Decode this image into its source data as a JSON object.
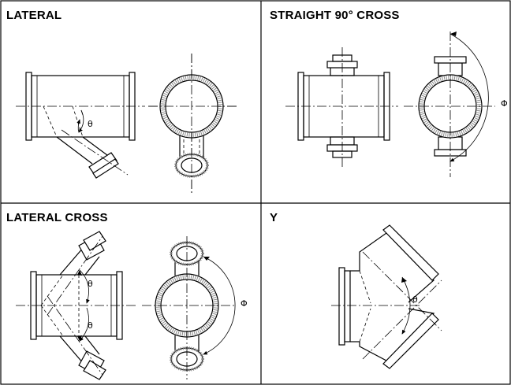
{
  "panels": {
    "lateral": {
      "title": "LATERAL",
      "angle_symbol": "θ"
    },
    "straight_cross": {
      "title": "STRAIGHT 90° CROSS",
      "angle_symbol": "Φ"
    },
    "lateral_cross": {
      "title": "LATERAL CROSS",
      "angle_symbol_upper": "θ",
      "angle_symbol_lower": "θ",
      "angle_symbol_side": "Φ"
    },
    "y": {
      "title": "Y",
      "angle_symbol": "θ"
    }
  },
  "colors": {
    "line": "#000000",
    "insulation": "#8c8c8c",
    "background": "#ffffff"
  }
}
